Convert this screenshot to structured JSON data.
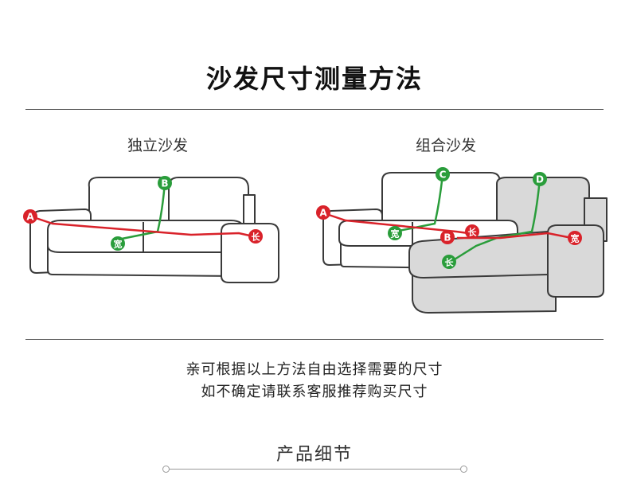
{
  "title": "沙发尺寸测量方法",
  "sections": {
    "single": {
      "label": "独立沙发"
    },
    "combo": {
      "label": "组合沙发"
    }
  },
  "markers": {
    "a": "A",
    "b": "B",
    "c": "C",
    "d": "D",
    "width": "宽",
    "length": "长"
  },
  "description": {
    "line1": "亲可根据以上方法自由选择需要的尺寸",
    "line2": "如不确定请联系客服推荐购买尺寸"
  },
  "footer": {
    "title": "产品细节"
  },
  "colors": {
    "red": "#d9222a",
    "green": "#2a9d3b",
    "outline": "#3a3a3a",
    "chaise_fill": "#d9d9d9"
  }
}
